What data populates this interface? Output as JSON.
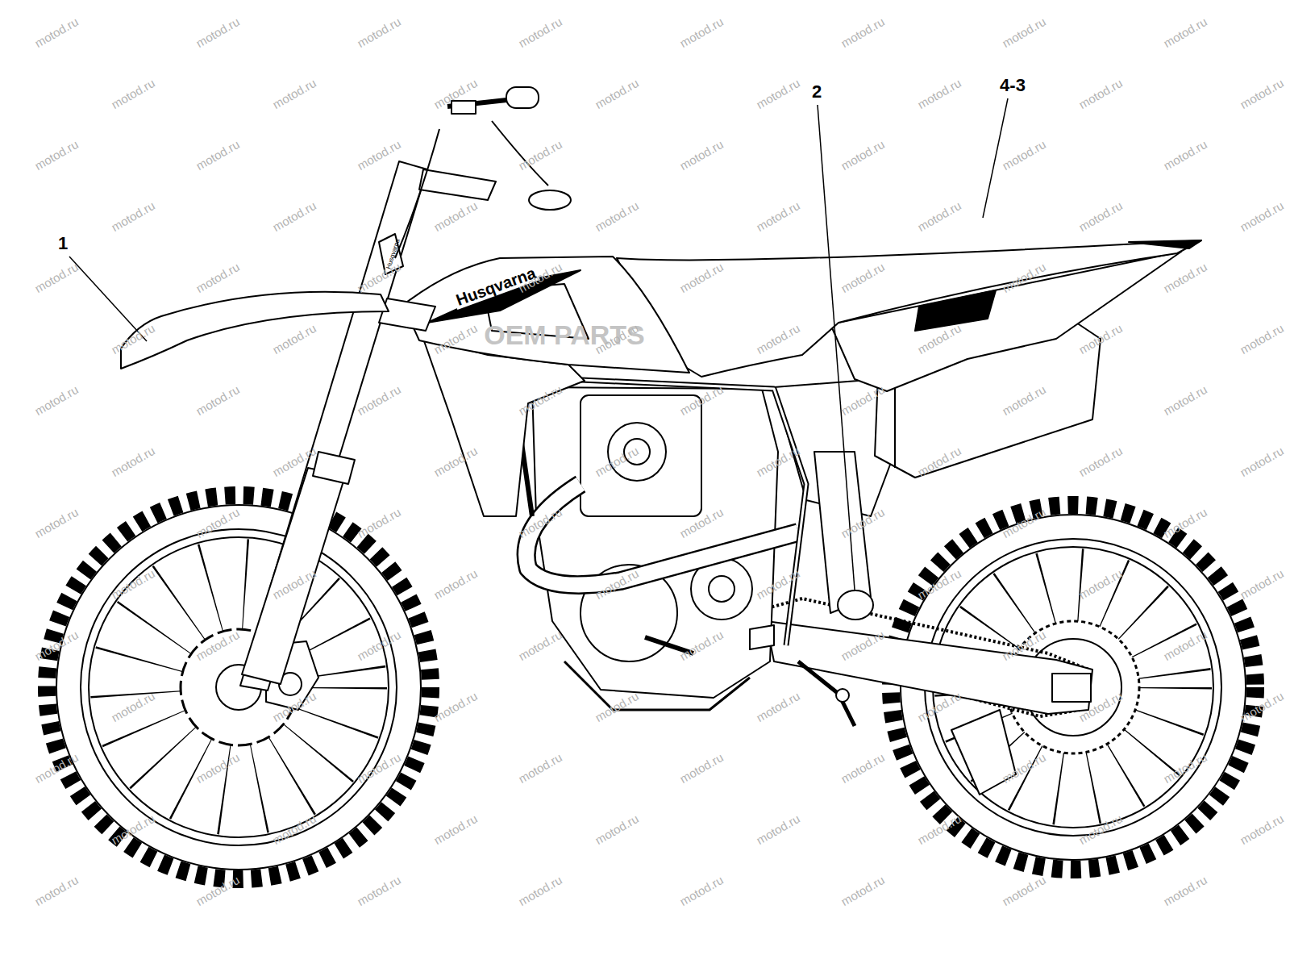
{
  "diagram": {
    "labels": [
      "1",
      "2",
      "4-3",
      "Husqvarna",
      "Husqvarna",
      "OEM PARTS",
      "motod.ru",
      "motod.ru",
      "motod.ru",
      "motod.ru",
      "motod.ru",
      "motod.ru",
      "motod.ru",
      "motod.ru",
      "motod.ru",
      "motod.ru",
      "motod.ru",
      "motod.ru",
      "motod.ru",
      "motod.ru",
      "motod.ru",
      "motod.ru",
      "motod.ru",
      "motod.ru",
      "motod.ru",
      "motod.ru",
      "motod.ru",
      "motod.ru",
      "motod.ru",
      "motod.ru",
      "motod.ru",
      "motod.ru",
      "motod.ru",
      "motod.ru",
      "motod.ru",
      "motod.ru",
      "motod.ru",
      "motod.ru",
      "motod.ru",
      "motod.ru",
      "motod.ru",
      "motod.ru",
      "motod.ru",
      "motod.ru",
      "motod.ru",
      "motod.ru",
      "motod.ru",
      "motod.ru",
      "motod.ru",
      "motod.ru",
      "motod.ru",
      "motod.ru",
      "motod.ru",
      "motod.ru",
      "motod.ru",
      "motod.ru",
      "motod.ru",
      "motod.ru",
      "motod.ru",
      "motod.ru",
      "motod.ru",
      "motod.ru",
      "motod.ru",
      "motod.ru",
      "motod.ru",
      "motod.ru",
      "motod.ru",
      "motod.ru",
      "motod.ru",
      "motod.ru",
      "motod.ru",
      "motod.ru",
      "motod.ru",
      "motod.ru",
      "motod.ru",
      "motod.ru",
      "motod.ru",
      "motod.ru",
      "motod.ru",
      "motod.ru",
      "motod.ru",
      "motod.ru",
      "motod.ru",
      "motod.ru",
      "motod.ru",
      "motod.ru",
      "motod.ru",
      "motod.ru",
      "motod.ru",
      "motod.ru",
      "motod.ru",
      "motod.ru",
      "motod.ru",
      "motod.ru",
      "motod.ru",
      "motod.ru",
      "motod.ru",
      "motod.ru",
      "motod.ru",
      "motod.ru",
      "motod.ru",
      "motod.ru",
      "motod.ru",
      "motod.ru",
      "motod.ru",
      "motod.ru",
      "motod.ru",
      "motod.ru",
      "motod.ru",
      "motod.ru",
      "motod.ru",
      "motod.ru",
      "motod.ru",
      "motod.ru",
      "motod.ru",
      "motod.ru",
      "motod.ru",
      "motod.ru",
      "motod.ru",
      "motod.ru",
      "motod.ru",
      "motod.ru",
      "motod.ru",
      "motod.ru",
      "motod.ru",
      "motod.ru"
    ]
  }
}
